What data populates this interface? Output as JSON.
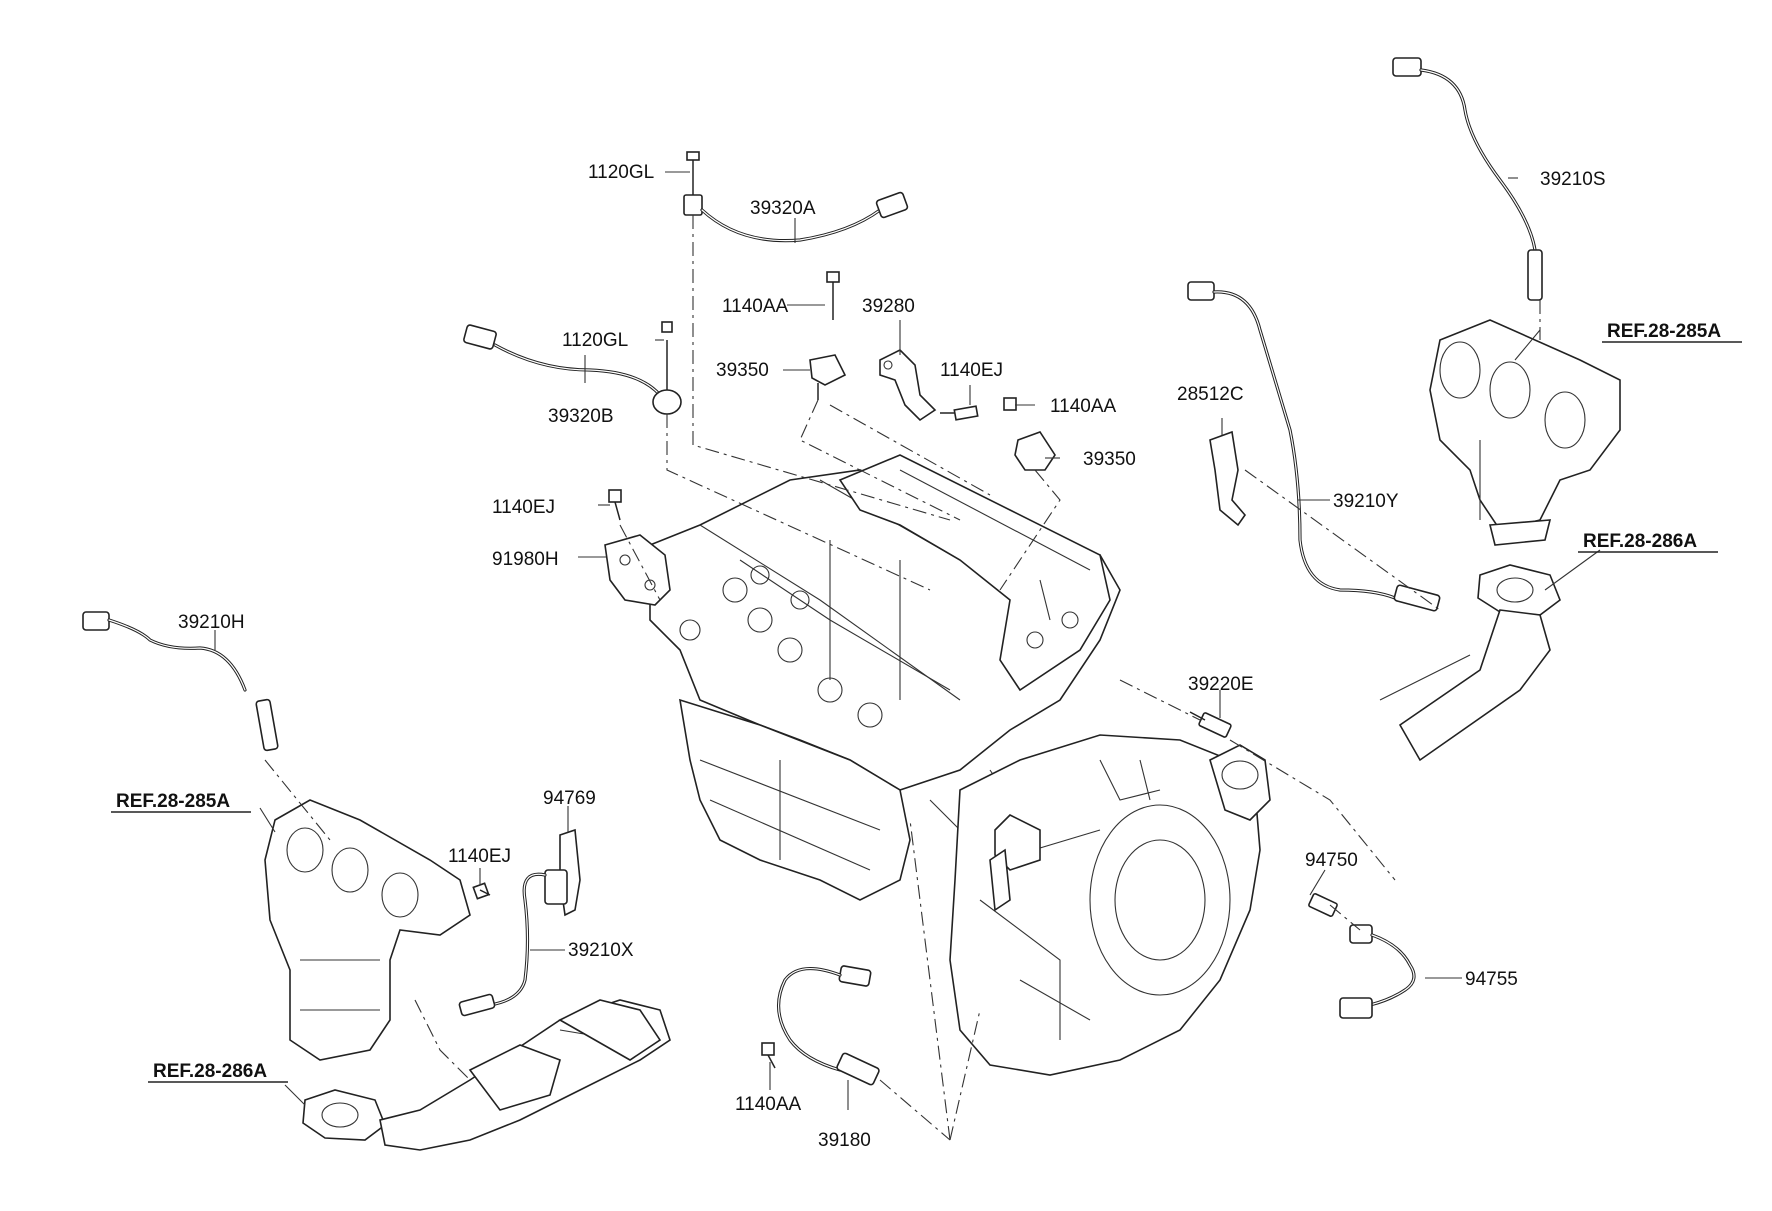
{
  "diagram": {
    "parts": [
      {
        "id": "p-1120gl-top",
        "text": "1120GL"
      },
      {
        "id": "p-39320a",
        "text": "39320A"
      },
      {
        "id": "p-1140aa-a",
        "text": "1140AA"
      },
      {
        "id": "p-39280",
        "text": "39280"
      },
      {
        "id": "p-1120gl-b",
        "text": "1120GL"
      },
      {
        "id": "p-39350-a",
        "text": "39350"
      },
      {
        "id": "p-1140ej-a",
        "text": "1140EJ"
      },
      {
        "id": "p-1140aa-b",
        "text": "1140AA"
      },
      {
        "id": "p-39320b",
        "text": "39320B"
      },
      {
        "id": "p-39350-b",
        "text": "39350"
      },
      {
        "id": "p-1140ej-b",
        "text": "1140EJ"
      },
      {
        "id": "p-91980h",
        "text": "91980H"
      },
      {
        "id": "p-39210s",
        "text": "39210S"
      },
      {
        "id": "p-28512c",
        "text": "28512C"
      },
      {
        "id": "p-39210y",
        "text": "39210Y"
      },
      {
        "id": "p-39210h",
        "text": "39210H"
      },
      {
        "id": "p-39220e",
        "text": "39220E"
      },
      {
        "id": "p-94769",
        "text": "94769"
      },
      {
        "id": "p-1140ej-c",
        "text": "1140EJ"
      },
      {
        "id": "p-94750",
        "text": "94750"
      },
      {
        "id": "p-39210x",
        "text": "39210X"
      },
      {
        "id": "p-94755",
        "text": "94755"
      },
      {
        "id": "p-1140aa-c",
        "text": "1140AA"
      },
      {
        "id": "p-39180",
        "text": "39180"
      }
    ],
    "refs": [
      {
        "id": "r-285a-right",
        "text": "REF.28-285A"
      },
      {
        "id": "r-286a-right",
        "text": "REF.28-286A"
      },
      {
        "id": "r-285a-left",
        "text": "REF.28-285A"
      },
      {
        "id": "r-286a-left",
        "text": "REF.28-286A"
      }
    ]
  }
}
